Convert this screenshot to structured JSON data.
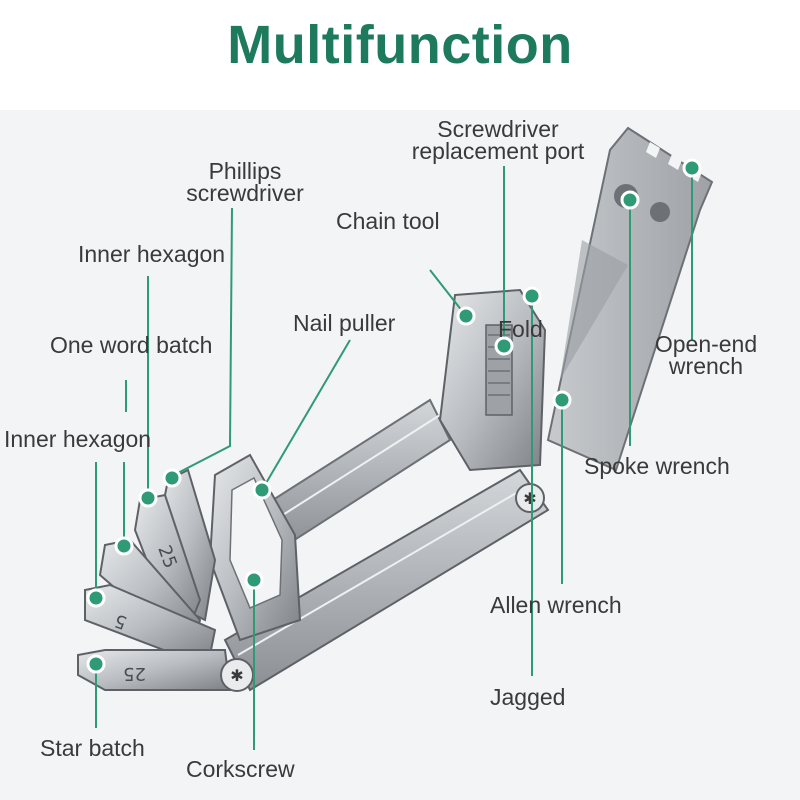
{
  "title": "Multifunction",
  "colors": {
    "title": "#1e7a5c",
    "leader_line": "#2e9a76",
    "marker_fill": "#2e9a76",
    "marker_ring": "#ffffff",
    "metal_light": "#d9dcdf",
    "metal_mid": "#a9adb2",
    "metal_dark": "#6d7176",
    "background_shadow": "#eef0f2"
  },
  "labels": {
    "phillips": "Phillips\nscrewdriver",
    "inner_hex_top": "Inner hexagon",
    "one_word": "One word batch",
    "inner_hex_left": "Inner hexagon",
    "nail_puller": "Nail puller",
    "chain_tool": "Chain tool",
    "screwdriver_port": "Screwdriver\nreplacement port",
    "fold": "Fold",
    "open_end": "Open-end\nwrench",
    "spoke": "Spoke wrench",
    "allen": "Allen wrench",
    "jagged": "Jagged",
    "star": "Star batch",
    "corkscrew": "Corkscrew"
  },
  "engravings": {
    "bit_a": "25",
    "bit_b": "5",
    "bit_c": "25"
  },
  "icons": [
    "star-screw-icon",
    "marker-dot-icon"
  ]
}
